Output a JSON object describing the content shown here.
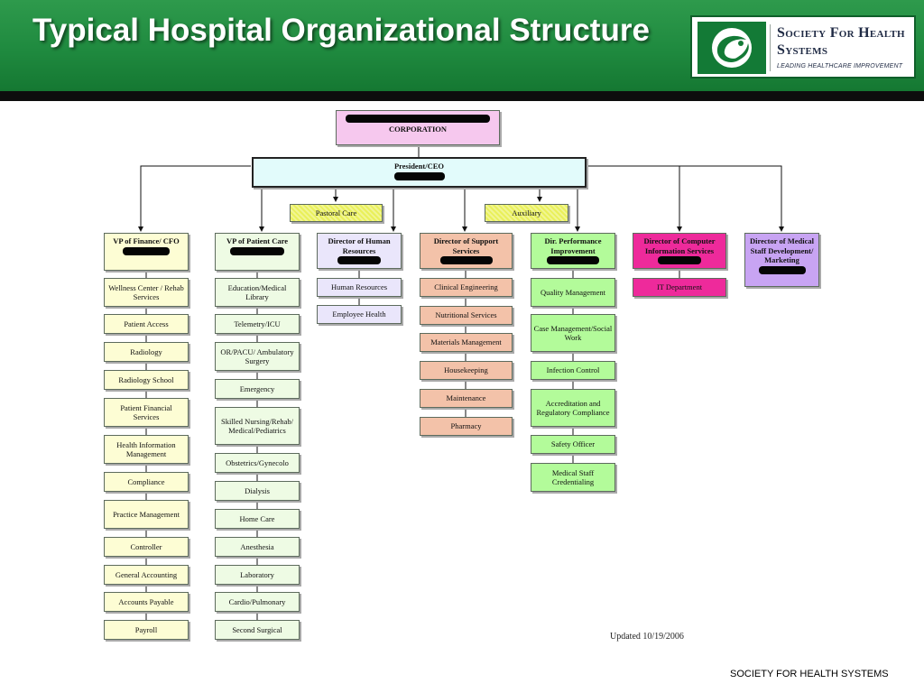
{
  "slide": {
    "title": "Typical Hospital Organizational Structure",
    "footer": "SOCIETY FOR HEALTH SYSTEMS",
    "updated": "Updated  10/19/2006"
  },
  "logo": {
    "name": "Society For Health Systems",
    "tagline": "LEADING HEALTHCARE IMPROVEMENT"
  },
  "chart": {
    "corporation": "CORPORATION",
    "president": "President/CEO",
    "pastoral": "Pastoral Care",
    "auxiliary": "Auxiliary",
    "heads": {
      "finance": "VP of Finance/ CFO",
      "patient_care": "VP of Patient Care",
      "hr": "Director of Human Resources",
      "support": "Director of Support Services",
      "performance": "Dir. Performance Improvement",
      "cis": "Director of Computer Information Services",
      "medical_staff": "Director of Medical Staff Development/ Marketing"
    },
    "finance_items": [
      "Wellness Center / Rehab Services",
      "Patient Access",
      "Radiology",
      "Radiology School",
      "Patient Financial Services",
      "Health Information Management",
      "Compliance",
      "Practice Management",
      "Controller",
      "General Accounting",
      "Accounts Payable",
      "Payroll"
    ],
    "patient_items": [
      "Education/Medical Library",
      "Telemetry/ICU",
      "OR/PACU/ Ambulatory Surgery",
      "Emergency",
      "Skilled Nursing/Rehab/ Medical/Pediatrics",
      "Obstetrics/Gynecolo",
      "Dialysis",
      "Home Care",
      "Anesthesia",
      "Laboratory",
      "Cardio/Pulmonary",
      "Second Surgical"
    ],
    "hr_items": [
      "Human Resources",
      "Employee Health"
    ],
    "support_items": [
      "Clinical Engineering",
      "Nutritional Services",
      "Materials Management",
      "Housekeeping",
      "Maintenance",
      "Pharmacy"
    ],
    "performance_items": [
      "Quality Management",
      "Case Management/Social Work",
      "Infection Control",
      "Accreditation and Regulatory Compliance",
      "Safety Officer",
      "Medical Staff Credentialing"
    ],
    "cis_items": [
      "IT Department"
    ]
  }
}
